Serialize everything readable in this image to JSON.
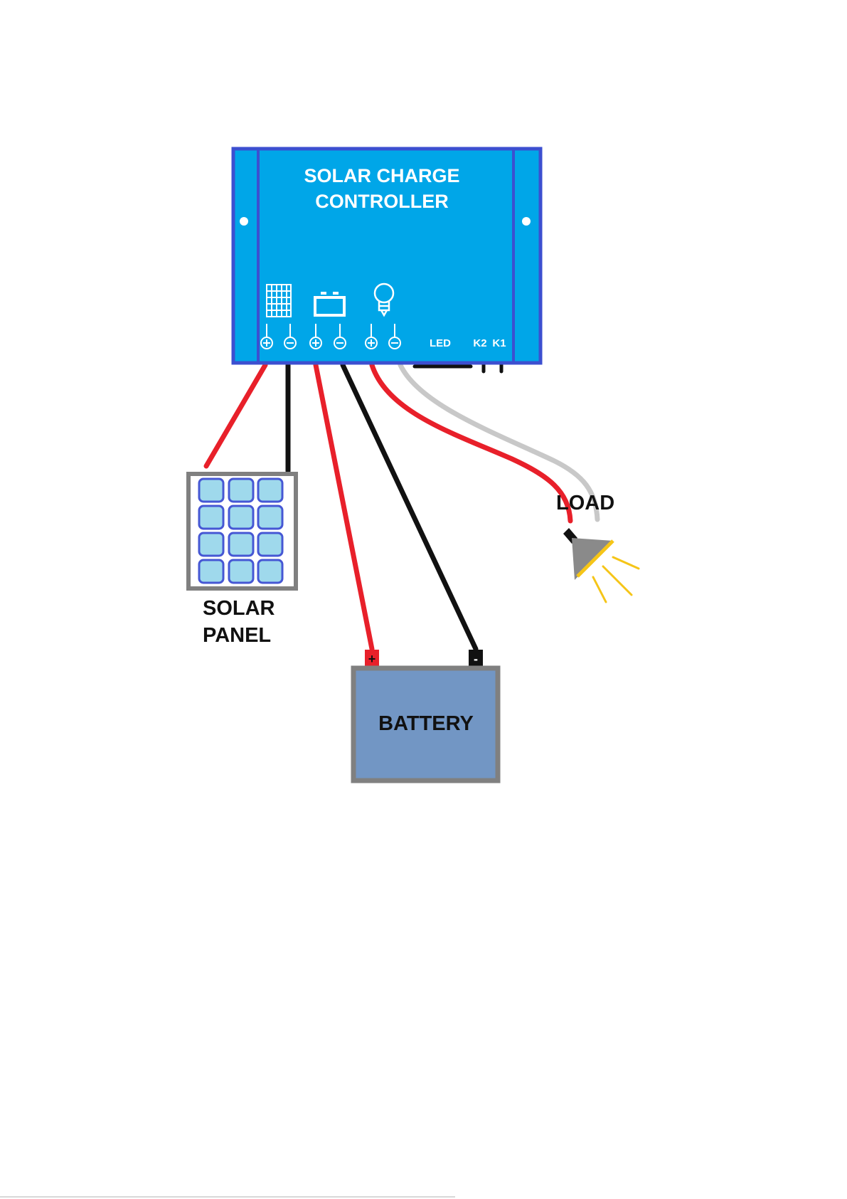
{
  "controller": {
    "title_line1": "SOLAR CHARGE",
    "title_line2": "CONTROLLER",
    "led_label": "LED",
    "k2_label": "K2",
    "k1_label": "K1",
    "body_color": "#00a6e8",
    "border_color": "#3c4fd0"
  },
  "terminals": {
    "plus_symbol": "⊕",
    "minus_symbol": "⊖"
  },
  "solar_panel": {
    "label_line1": "SOLAR",
    "label_line2": "PANEL",
    "cell_color": "#9fd9ec",
    "cell_border": "#4657d4",
    "frame_color": "#808080"
  },
  "battery": {
    "label": "BATTERY",
    "plus_sign": "+",
    "minus_sign": "-",
    "body_color": "#7296c4",
    "frame_color": "#808080"
  },
  "load": {
    "label": "LOAD"
  },
  "wires": {
    "positive_color": "#e8202a",
    "negative_color": "#111111",
    "signal_color": "#c8c8c8"
  }
}
